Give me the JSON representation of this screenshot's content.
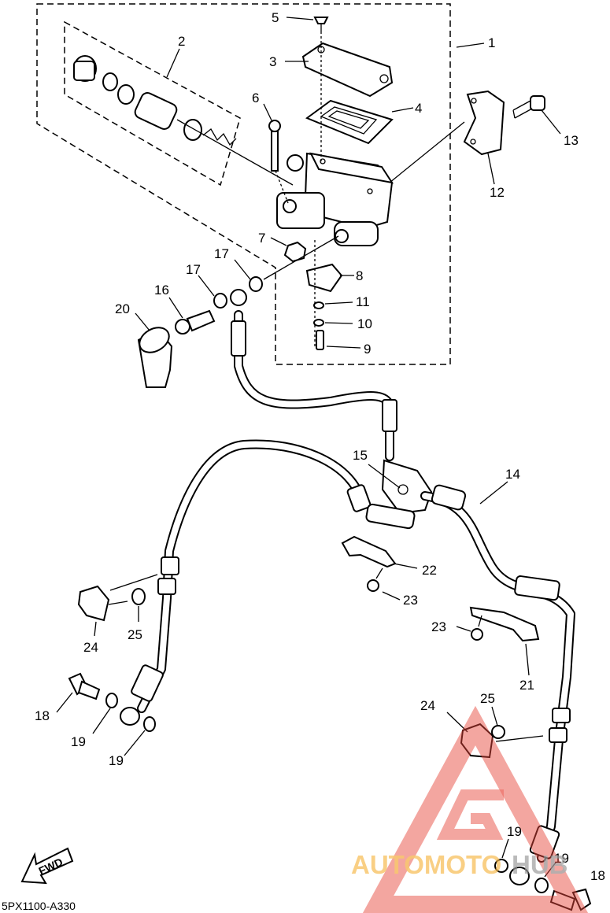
{
  "diagram": {
    "part_labels": [
      "1",
      "2",
      "3",
      "4",
      "5",
      "6",
      "7",
      "8",
      "9",
      "10",
      "11",
      "12",
      "13",
      "14",
      "15",
      "16",
      "17",
      "18",
      "19",
      "20",
      "21",
      "22",
      "23",
      "24",
      "25"
    ],
    "extra_labels": {
      "l17b": "17",
      "l19b": "19",
      "l19c": "19",
      "l19d": "19",
      "l18b": "18",
      "l23b": "23",
      "l24b": "24",
      "l25b": "25"
    },
    "fwd_label": "FWD",
    "drawing_code": "5PX1100-A330"
  },
  "watermark": {
    "text_part1": "AUTOMOTO",
    "text_part2": "HUB",
    "color_part1": "#f6b94a",
    "color_part2": "#9a9a9a",
    "triangle_color": "#e8463a"
  }
}
